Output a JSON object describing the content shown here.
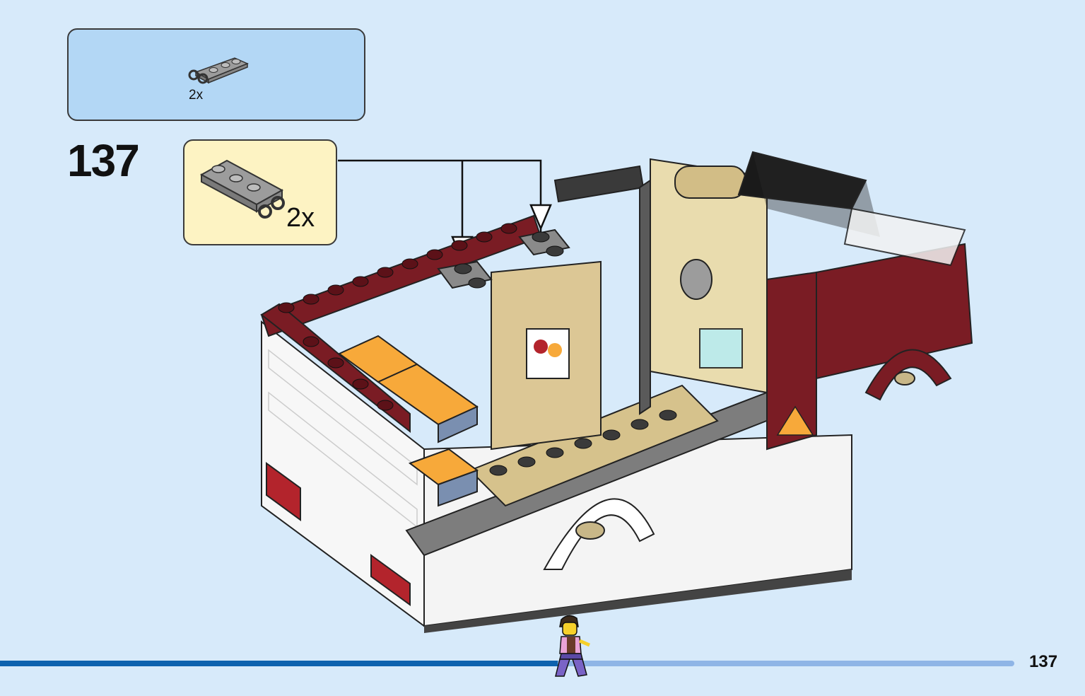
{
  "sub_assembly": {
    "quantity": "2x"
  },
  "step": {
    "number": "137"
  },
  "parts": {
    "quantity": "2x"
  },
  "page": {
    "number": "137"
  },
  "progress": {
    "fraction": 0.55
  },
  "colors": {
    "background": "#d7eafa",
    "sub_box": "#b3d7f5",
    "parts_box": "#fdf3c3",
    "progress_done": "#0d62ae",
    "progress_todo": "#8fb5e6"
  },
  "icons": [
    "plate-with-clip-icon",
    "camper-van-model-illustration",
    "minifigure-progress-icon",
    "placement-arrow-icon"
  ]
}
